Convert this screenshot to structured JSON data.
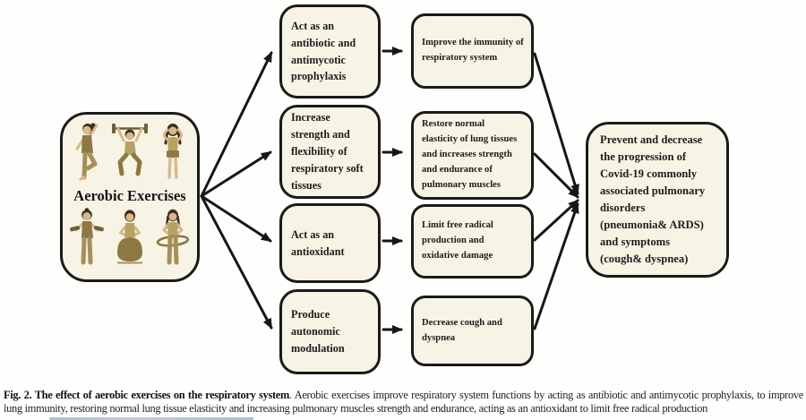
{
  "figure": {
    "source": {
      "label": "Aerobic Exercises",
      "icons": [
        "woman-arm-raise-stretch-icon",
        "woman-overhead-barbell-squat-icon",
        "woman-hands-behind-head-icon",
        "woman-dumbbell-curl-icon",
        "woman-floor-sit-pose-icon",
        "woman-hula-hoop-icon"
      ]
    },
    "mechanisms": [
      {
        "lines": [
          "Act as an",
          "antibiotic and",
          "antimycotic",
          "prophylaxis"
        ]
      },
      {
        "lines": [
          "Increase",
          "strength and",
          "flexibility of",
          "respiratory soft",
          "tissues"
        ]
      },
      {
        "lines": [
          "Act as an",
          "antioxidant"
        ]
      },
      {
        "lines": [
          "Produce",
          "autonomic",
          "modulation"
        ]
      }
    ],
    "effects": [
      {
        "lines": [
          "Improve the immunity of",
          "respiratory system"
        ]
      },
      {
        "lines": [
          "Restore normal",
          "elasticity of lung tissues",
          "and increases strength",
          "and endurance of",
          "pulmonary muscles"
        ]
      },
      {
        "lines": [
          "Limit free radical",
          "production and",
          "oxidative damage"
        ]
      },
      {
        "lines": [
          "Decrease cough and",
          "dyspnea"
        ]
      }
    ],
    "outcome": {
      "lines": [
        "Prevent and decrease",
        "the progression of",
        "Covid-19 commonly",
        "associated pulmonary",
        "disorders",
        "(pneumonia& ARDS)",
        "and symptoms",
        "(cough& dyspnea)"
      ]
    }
  },
  "caption": {
    "label_bold": "Fig. 2. The effect of aerobic exercises on the respiratory system",
    "text": ". Aerobic exercises improve respiratory system functions by acting as antibiotic and antimycotic prophylaxis, to improve lung immunity, restoring normal lung tissue elasticity and increasing pulmonary muscles strength and endurance, acting as an antioxidant to limit free radical production"
  },
  "colors": {
    "box_fill": "#f7f4e6",
    "box_border": "#1a1a1a",
    "arrow": "#161616",
    "figure_skin": "#d8b88c",
    "figure_hair": "#3e2e1c",
    "figure_outfit_dark": "#8d7743",
    "figure_outfit_light": "#b7a266"
  }
}
